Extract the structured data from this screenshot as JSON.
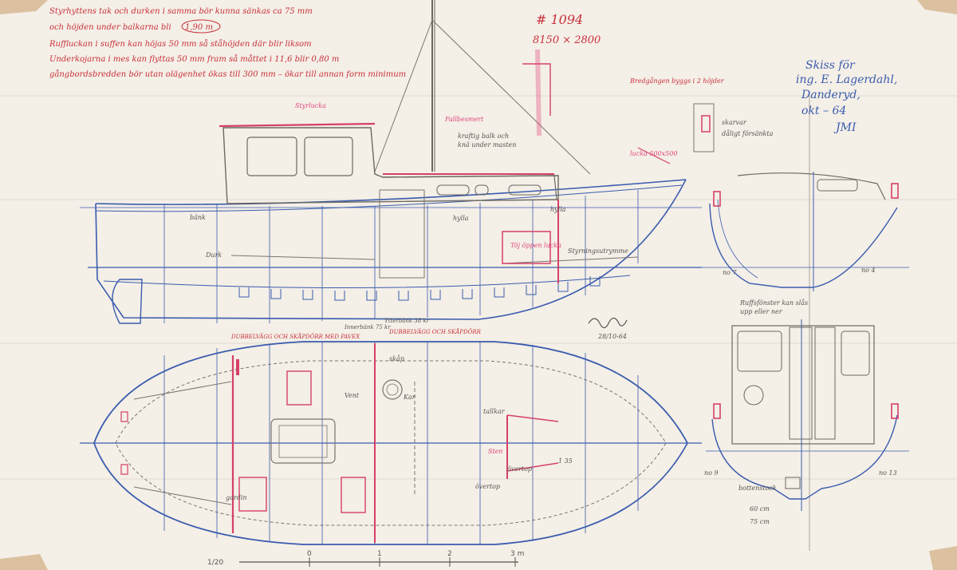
{
  "notes": {
    "line1": "Styrhyttens tak och durken i samma bör kunna sänkas ca 75 mm",
    "line2": "och höjden under balkarna bli",
    "line2_value": "1,90 m",
    "line3": "Ruffluckan i suffen kan höjas 50 mm så ståhöjden där blir liksom",
    "line4": "Underkojarna i mes kan flyttas 50 mm fram så måttet i 11,6 blir 0,80 m",
    "line5": "gångbordsbredden bör utan olägenhet ökas till 300 mm – ökar till annan form minimum"
  },
  "drawing": {
    "number": "# 1094",
    "dimensions": "8150 × 2800"
  },
  "signature_note": {
    "line1": "Skiss för",
    "line2": "ing. E. Lagerdahl,",
    "line3": "Danderyd,",
    "line4": "okt – 64",
    "initials": "JMI"
  },
  "labels": {
    "bredgangen": "Bredgången byggs i 2 höjder",
    "skarvar": "skarvar",
    "skarvar2": "dåligt försänkta",
    "kraftig_balk": "kraftig balk och",
    "knaa": "knä under masten",
    "fallbesmert": "Fallbesmert",
    "styrhytt_pink": "Styrlucka",
    "lucka_pink": "lucka 500x500",
    "bank": "bänk",
    "hylla1": "hylla",
    "hylla2": "hylla",
    "styrningsutrymme": "Styrningsutrymme",
    "toj": "Töj öppen lucka",
    "trossfack": "Durk",
    "dubbel1": "DUBBELVÄGG OCH SKÅPDÖRR MED PAVEX",
    "dubbel2": "DUBBELVÄGG OCH SKÅPDÖRR",
    "innerbank": "Innerbänk 75 kr",
    "ytterbank": "Ytterbänk 38 kr",
    "skap": "skåp",
    "gardin": "gardin",
    "section7": "no 7",
    "section4": "no 4",
    "section9": "no 9",
    "section13": "no 13",
    "bottenstock": "bottenstock",
    "sixty": "60 cm",
    "seventyfive": "75 cm",
    "ruff_note1": "Ruffsfönster kan slås",
    "ruff_note2": "upp eller ner",
    "date": "28/10-64",
    "scale": "1/20",
    "s0": "0",
    "s1": "1",
    "s2": "2",
    "s3": "3 m",
    "overtop": "övertop",
    "ovretop2": "övertop",
    "sten": "Sten",
    "t135": "1 35",
    "ven": "Vent",
    "pan": "tallkar",
    "topp": "Kar"
  }
}
